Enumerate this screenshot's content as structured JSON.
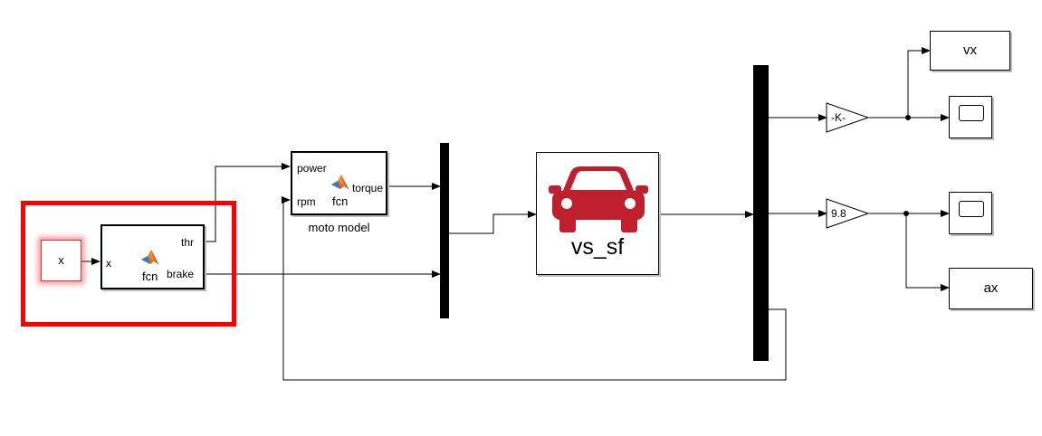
{
  "diagram": {
    "input_block": {
      "label": "x"
    },
    "control_fcn": {
      "in_x": "x",
      "out_thr": "thr",
      "out_brake": "brake",
      "fcn": "fcn"
    },
    "moto_model": {
      "in_power": "power",
      "in_rpm": "rpm",
      "out_torque": "torque",
      "fcn": "fcn",
      "caption": "moto model"
    },
    "vehicle": {
      "label": "vs_sf",
      "icon": "car-icon",
      "icon_color": "#c0202e"
    },
    "gain_k": {
      "label": "-K-"
    },
    "gain_98": {
      "label": "9.8"
    },
    "out_vx": {
      "label": "vx"
    },
    "out_ax": {
      "label": "ax"
    },
    "highlight_color": "#ff0000"
  }
}
